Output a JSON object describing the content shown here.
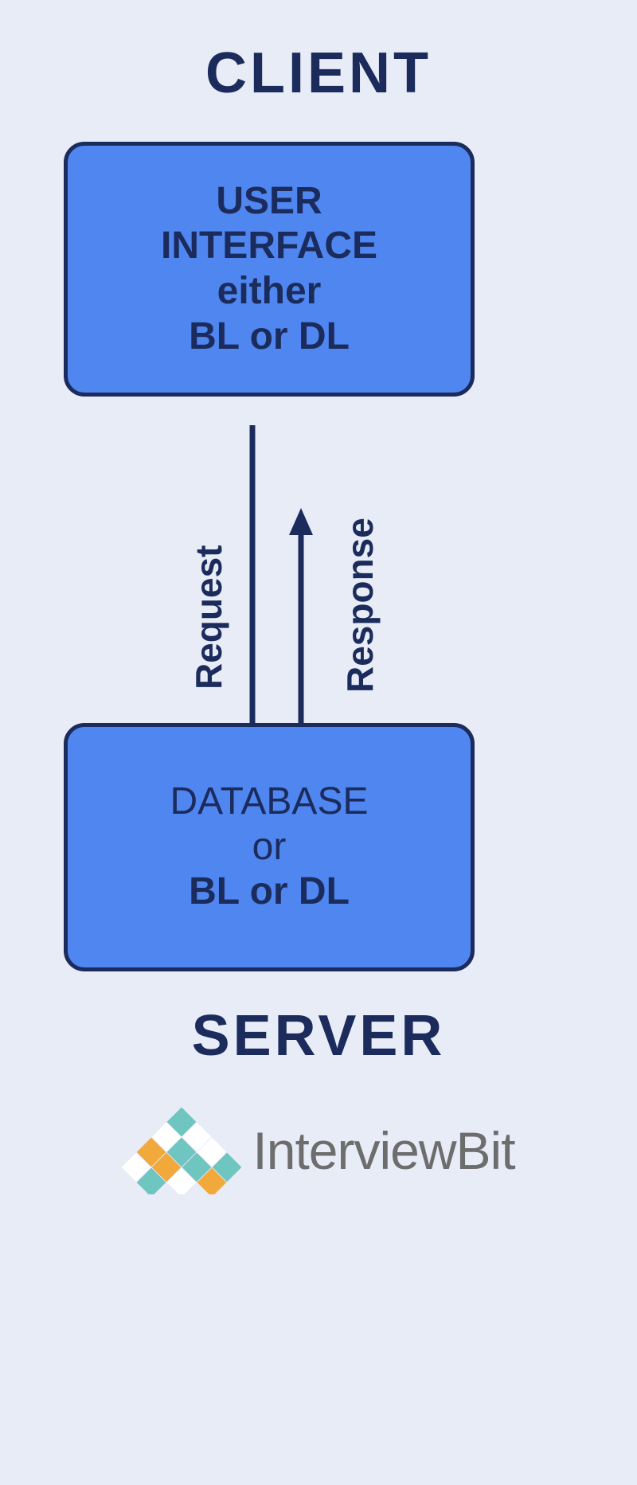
{
  "page": {
    "background_color": "#e8ecf7",
    "accent_box_color": "#4f86ef",
    "outline_color": "#1b2b5c",
    "text_color": "#1b2b5c",
    "logo_gray": "#6d6d6d",
    "logo_teal": "#6fc5bf",
    "logo_orange": "#f2a93b",
    "logo_white": "#ffffff"
  },
  "client": {
    "title": "CLIENT",
    "box": {
      "lines": [
        {
          "text": "USER",
          "weight": "bold"
        },
        {
          "text": "INTERFACE",
          "weight": "bold"
        },
        {
          "text": "either",
          "weight": "bold"
        },
        {
          "text": "BL or DL",
          "weight": "bold"
        }
      ]
    }
  },
  "server": {
    "title": "SERVER",
    "box": {
      "lines": [
        {
          "text": "DATABASE",
          "weight": "normal"
        },
        {
          "text": "or",
          "weight": "normal"
        },
        {
          "text": "BL or DL",
          "weight": "bold"
        }
      ]
    }
  },
  "flow": {
    "request_label": "Request",
    "request_direction": "down",
    "response_label": "Response",
    "response_direction": "up"
  },
  "logo": {
    "word_primary": "Interview",
    "word_secondary": "Bit",
    "mark_name": "interviewbit-diamond-mark"
  }
}
